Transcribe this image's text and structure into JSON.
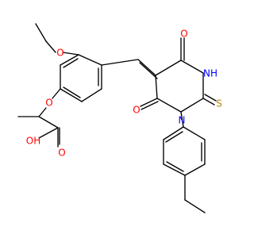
{
  "molecule": {
    "atoms": {
      "o_ethoxy": "O",
      "o_ether": "O",
      "o_carbonyl_top": "O",
      "nh": "NH",
      "o_carbonyl_bottom": "O",
      "n_ring": "N",
      "s_thione": "S",
      "o_acid": "O",
      "oh": "OH"
    },
    "colors": {
      "oxygen": "#ff0000",
      "nitrogen": "#0000ff",
      "sulfur": "#b8860b",
      "bond": "#000000"
    }
  }
}
